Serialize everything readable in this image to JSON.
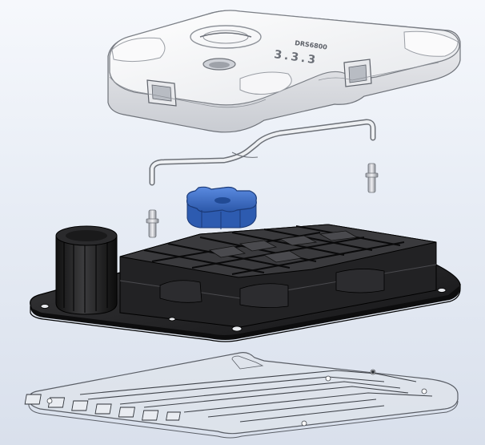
{
  "scene": {
    "kind": "exploded-assembly-view",
    "background_top": "#f6f8fc",
    "background_bottom": "#d9e0ec"
  },
  "cover": {
    "embossed_code": "DRS6800",
    "embossed_digits": "3.3.3",
    "color": "#f2f2f4"
  },
  "spacer": {
    "color": "#3f6fc9"
  },
  "base": {
    "color": "#1d1d1f"
  },
  "board": {
    "color": "#d6dbe3"
  }
}
